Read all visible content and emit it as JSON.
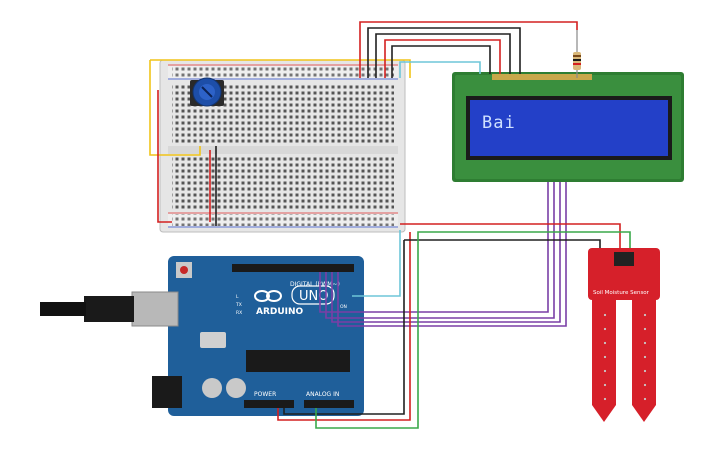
{
  "lcd": {
    "text": "Bai"
  },
  "arduino": {
    "brand": "ARDUINO",
    "model": "UNO",
    "label_digital": "DIGITAL (PWM~)",
    "label_power": "POWER",
    "label_analog": "ANALOG IN",
    "label_tx": "TX",
    "label_rx": "RX",
    "label_l": "L",
    "label_on": "ON"
  },
  "sensor": {
    "label": "Soil Moisture Sensor"
  },
  "colors": {
    "wire_red": "#d42020",
    "wire_black": "#202020",
    "wire_yellow": "#f0c419",
    "wire_cyan": "#6ec6d8",
    "wire_purple": "#7a3fa6",
    "wire_green": "#3aa84a",
    "arduino_board": "#1f5f9a",
    "lcd_frame": "#2e7d32",
    "lcd_screen": "#2340c8",
    "sensor_board": "#d6202a"
  }
}
